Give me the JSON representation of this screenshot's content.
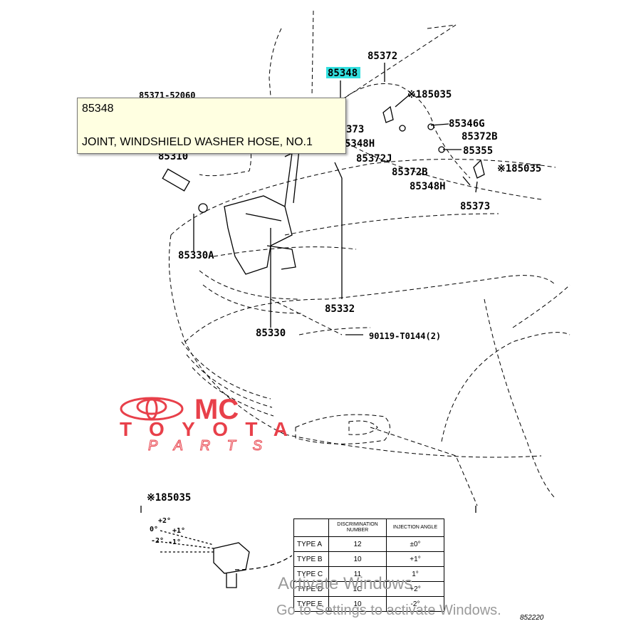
{
  "tooltip": {
    "code": "85348",
    "description": "JOINT, WINDSHIELD WASHER HOSE, NO.1"
  },
  "part_labels": {
    "p85372": "85372",
    "p85348": "85348",
    "p185035_a": "※185035",
    "p85371": "85371-52060",
    "p85373_a": "373",
    "p85348h_a": "5348H",
    "p85346g": "85346G",
    "p85372b_a": "85372B",
    "p85355": "85355",
    "p85372j": "85372J",
    "p185035_b": "※185035",
    "p85372b_b": "85372B",
    "p85348h_b": "85348H",
    "p85373_b": "85373",
    "p85310": "85310",
    "p85330a": "85330A",
    "p85332": "85332",
    "p85330": "85330",
    "p90119": "90119-T0144(2)",
    "p185035_c": "※185035"
  },
  "angle_labels": [
    "+2°",
    "+1°",
    "0°",
    "-1°",
    "-2°"
  ],
  "spec_table": {
    "headers": [
      "",
      "DISCRIMINATION NUMBER",
      "INJECTION ANGLE"
    ],
    "rows": [
      {
        "type": "TYPE A",
        "number": "12",
        "angle": "±0°"
      },
      {
        "type": "TYPE B",
        "number": "10",
        "angle": "+1°"
      },
      {
        "type": "TYPE C",
        "number": "11",
        "angle": "1°"
      },
      {
        "type": "TYPE D",
        "number": "1C",
        "angle": "+2°"
      },
      {
        "type": "TYPE E",
        "number": "10",
        "angle": "-2°"
      }
    ]
  },
  "logo": {
    "line1": "MC",
    "line2": "TOYOTA",
    "line3": "PARTS",
    "color": "#e8404a"
  },
  "watermark": {
    "line1": "Activate Windows",
    "line2": "Go to Settings to activate Windows."
  },
  "diagram_ref": "852220",
  "colors": {
    "highlight": "#33e0e0",
    "tooltip_bg": "#ffffe1"
  }
}
